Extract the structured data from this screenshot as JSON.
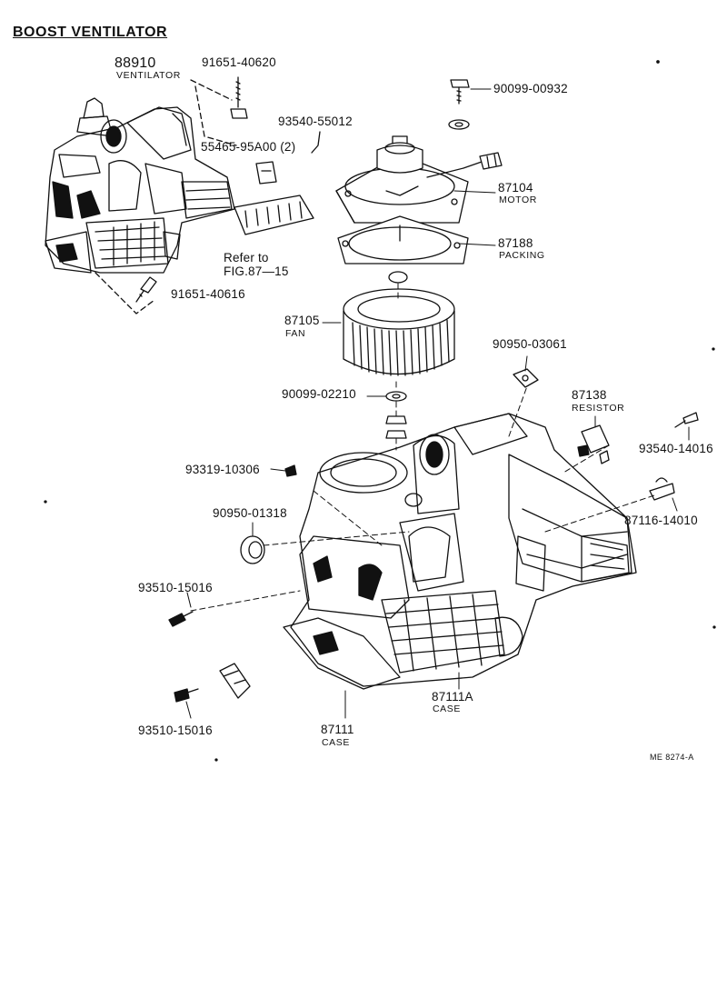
{
  "title": "BOOST  VENTILATOR",
  "footer_code": "ME  8274-A",
  "labels": {
    "p88910": {
      "num": "88910",
      "name": "VENTILATOR"
    },
    "p91651_40620": "91651-40620",
    "p90099_00932": "90099-00932",
    "p93540_55012": "93540-55012",
    "p55465": "55465-95A00 (2)",
    "p87104": {
      "num": "87104",
      "name": "MOTOR"
    },
    "p87188": {
      "num": "87188",
      "name": "PACKING"
    },
    "refer": {
      "line1": "Refer  to",
      "line2": "FIG.87—15"
    },
    "p91651_40616": "91651-40616",
    "p87105": {
      "num": "87105",
      "name": "FAN"
    },
    "p90950_03061": "90950-03061",
    "p90099_02210": "90099-02210",
    "p87138": {
      "num": "87138",
      "name": "RESISTOR"
    },
    "p93540_14016": "93540-14016",
    "p93319_10306": "93319-10306",
    "p90950_01318": "90950-01318",
    "p87116_14010": "87116-14010",
    "p93510_15016_a": "93510-15016",
    "p93510_15016_b": "93510-15016",
    "p87111A": {
      "num": "87111A",
      "name": "CASE"
    },
    "p87111": {
      "num": "87111",
      "name": "CASE"
    }
  }
}
